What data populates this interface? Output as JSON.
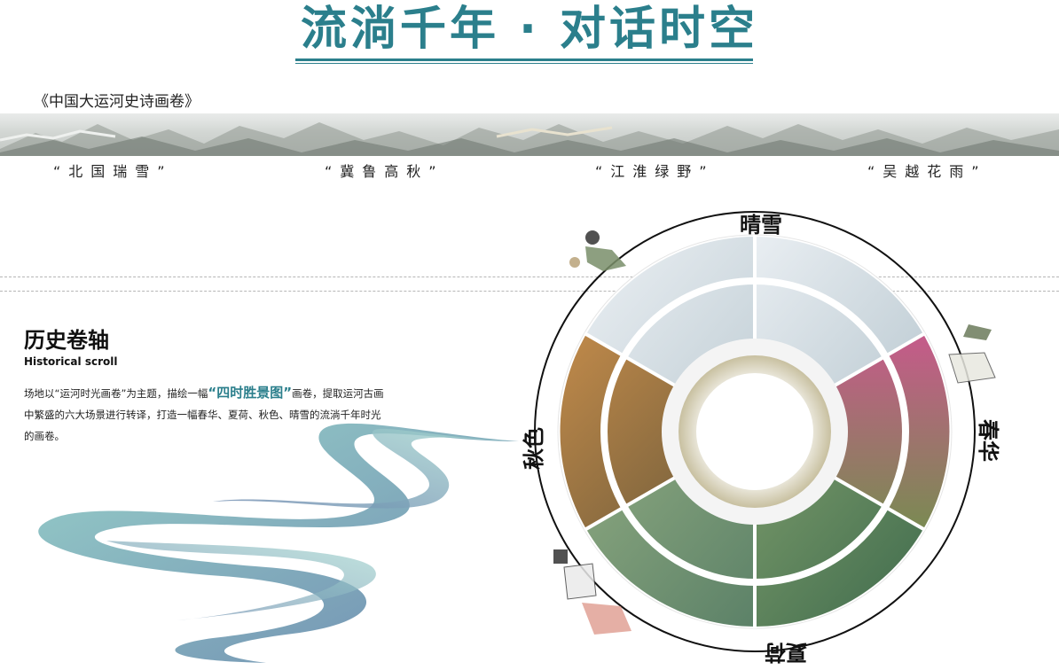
{
  "header": {
    "title": "流淌千年 · 对话时空"
  },
  "scroll": {
    "title": "《中国大运河史诗画卷》",
    "scenes": [
      "“北国瑞雪”",
      "“冀鲁高秋”",
      "“江淮绿野”",
      "“吴越花雨”"
    ]
  },
  "section": {
    "title": "历史卷轴",
    "subtitle": "Historical scroll",
    "body_part1": "场地以“运河时光画卷”为主题，描绘一幅",
    "body_highlight": "“四时胜景图”",
    "body_part2": "画卷，提取运河古画中繁盛的六大场景进行转译，打造一幅春华、夏荷、秋色、晴雪的流淌千年时光的画卷。"
  },
  "wheel": {
    "labels": [
      "晴雪",
      "春华",
      "夏荷",
      "秋色"
    ]
  },
  "colors": {
    "accent": "#2b7f8c",
    "river_light": "#8ccbc3",
    "river_dark": "#5f7fa8"
  }
}
